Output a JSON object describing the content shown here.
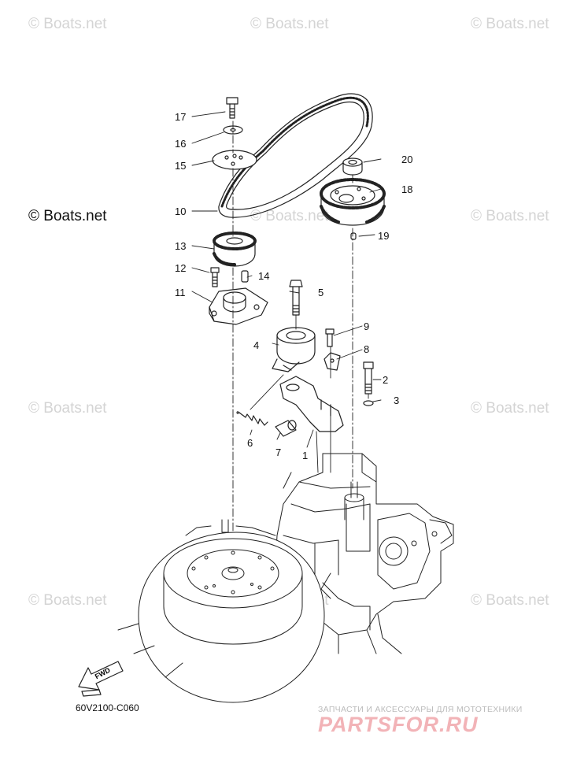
{
  "diagram": {
    "part_numbers": [
      "1",
      "2",
      "3",
      "4",
      "5",
      "6",
      "7",
      "8",
      "9",
      "10",
      "11",
      "12",
      "13",
      "14",
      "15",
      "16",
      "17",
      "18",
      "19",
      "20"
    ],
    "drawing_code": "60V2100-C060",
    "fwd_label": "FWD"
  },
  "watermark": {
    "main": "© Boats.net",
    "repeated": "© Boats.net"
  },
  "promo": {
    "tagline": "ЗАПЧАСТИ И АКСЕССУАРЫ ДЛЯ МОТОТЕХНИКИ",
    "logo": "PARTSFOR.RU"
  },
  "colors": {
    "line": "#222222",
    "watermark": "#d4d4d4",
    "promo_logo": "#f2b3b7"
  }
}
